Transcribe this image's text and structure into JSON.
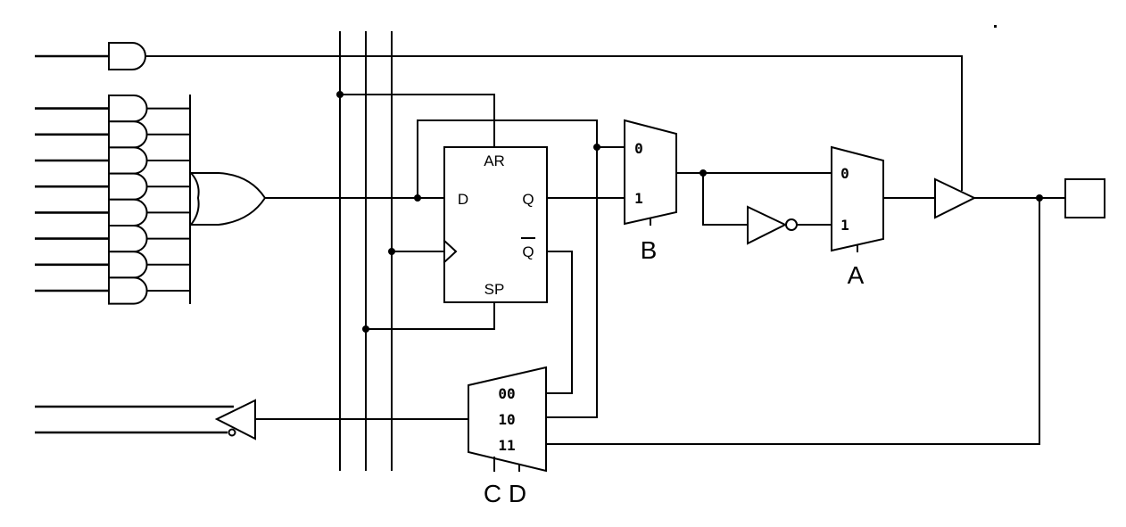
{
  "diagram": {
    "type": "logic-circuit",
    "colors": {
      "ink": "#000000",
      "background": "#ffffff"
    },
    "flip_flop": {
      "pins": {
        "top": "AR",
        "data": "D",
        "output": "Q",
        "output_inverted": "Q",
        "bottom": "SP"
      }
    },
    "mux_b": {
      "label": "B",
      "inputs": [
        "0",
        "1"
      ]
    },
    "mux_a": {
      "label": "A",
      "inputs": [
        "0",
        "1"
      ]
    },
    "mux_cd": {
      "label_c": "C",
      "label_d": "D",
      "inputs": [
        "00",
        "10",
        "11"
      ]
    },
    "and_gate_count": 8,
    "components": [
      "single-and-gate",
      "and-gate-array",
      "or-gate",
      "d-flip-flop",
      "mux-b",
      "inverter",
      "mux-a",
      "tristate-buffer",
      "output-pad",
      "input-buffer",
      "mux-cd",
      "vertical-bus"
    ]
  }
}
